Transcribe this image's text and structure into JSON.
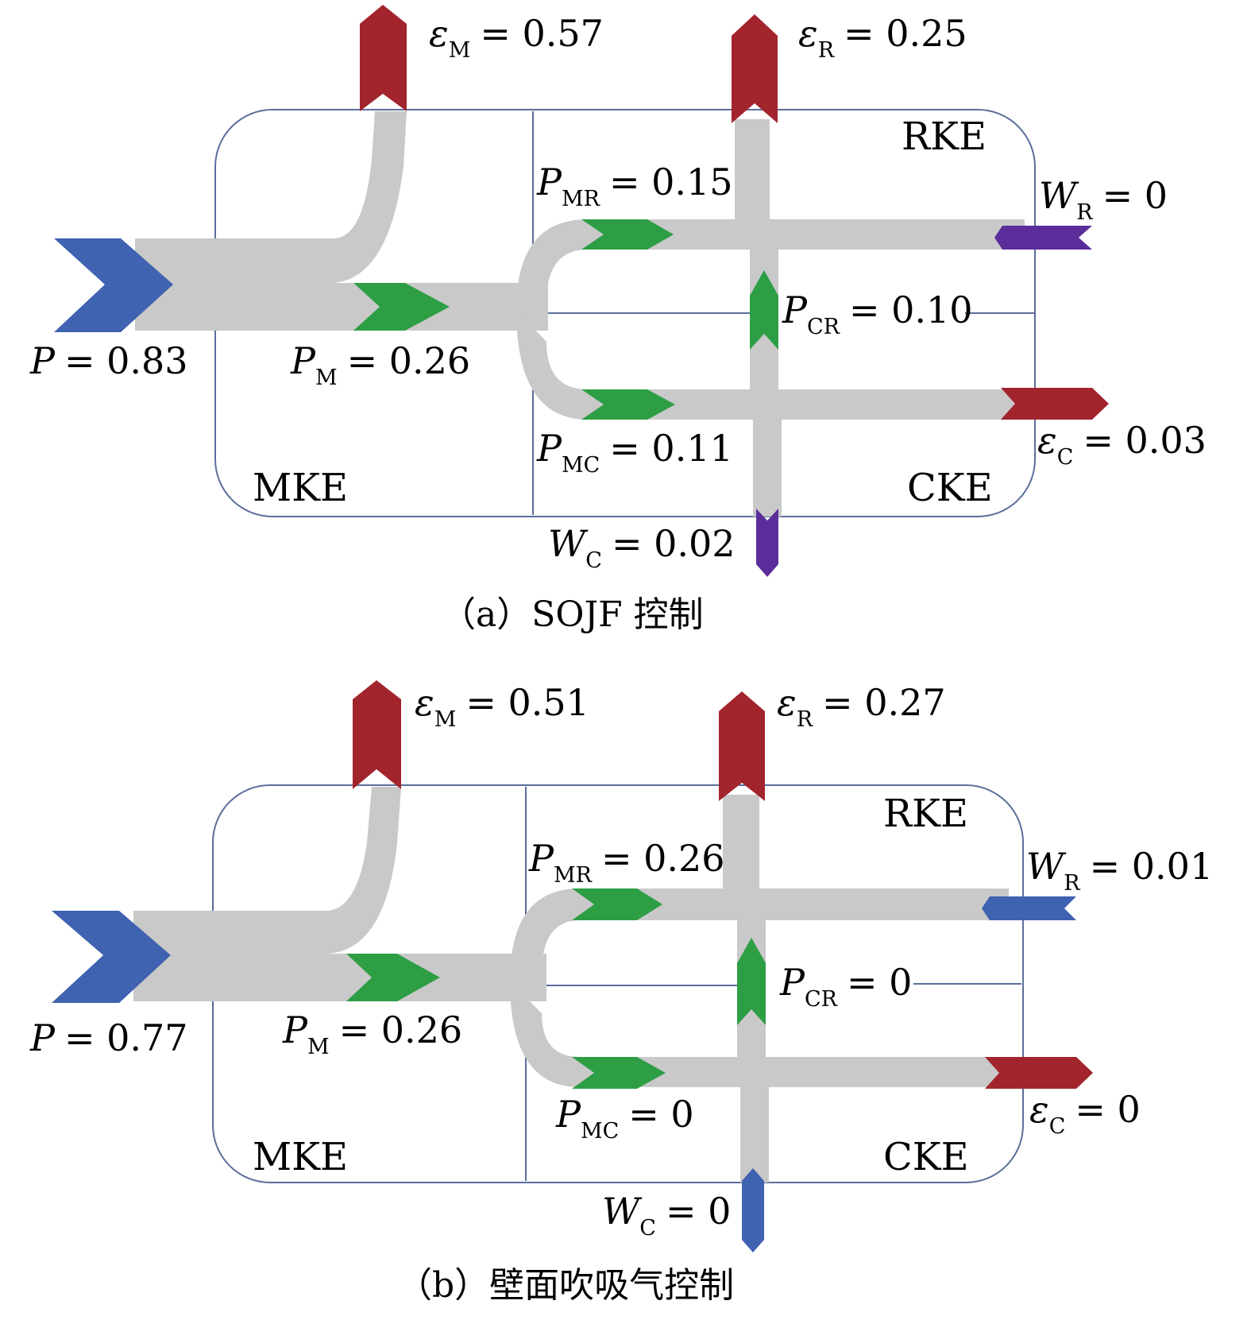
{
  "colors": {
    "flow": "#c9c9c9",
    "box": "#5b6e9c",
    "input": "#3f62b1",
    "transfer": "#2e9e45",
    "dissipation": "#a2242d",
    "work_purple": "#5b2d9a",
    "work_blue": "#3f62b1"
  },
  "icons": {
    "input": "chevron-arrow-icon",
    "transfer": "chevron-arrow-icon",
    "output": "chevron-arrow-icon"
  },
  "panels": [
    {
      "caption": "（a）SOJF 控制",
      "regions": {
        "mke": "MKE",
        "rke": "RKE",
        "cke": "CKE"
      },
      "P": "= 0.83",
      "P_M": "= 0.26",
      "eps_M": "= 0.57",
      "eps_R": "= 0.25",
      "eps_C": "= 0.03",
      "P_MR": "= 0.15",
      "P_MC": "= 0.11",
      "P_CR": "= 0.10",
      "W_R": "= 0",
      "W_C": "= 0.02",
      "w_color": "work_purple"
    },
    {
      "caption": "（b）壁面吹吸气控制",
      "regions": {
        "mke": "MKE",
        "rke": "RKE",
        "cke": "CKE"
      },
      "P": "= 0.77",
      "P_M": "= 0.26",
      "eps_M": "= 0.51",
      "eps_R": "= 0.27",
      "eps_C": "= 0",
      "P_MR": "= 0.26",
      "P_MC": "= 0",
      "P_CR": "= 0",
      "W_R": "= 0.01",
      "W_C": "= 0",
      "w_color": "work_blue"
    }
  ],
  "symbols": {
    "P": "P",
    "P_sub": "",
    "PM": "P",
    "PM_sub": "M",
    "eps": "ε",
    "eM_sub": "M",
    "eR_sub": "R",
    "eC_sub": "C",
    "PMR_sub": "MR",
    "PMC_sub": "MC",
    "PCR_sub": "CR",
    "W": "W",
    "WR_sub": "R",
    "WC_sub": "C"
  }
}
